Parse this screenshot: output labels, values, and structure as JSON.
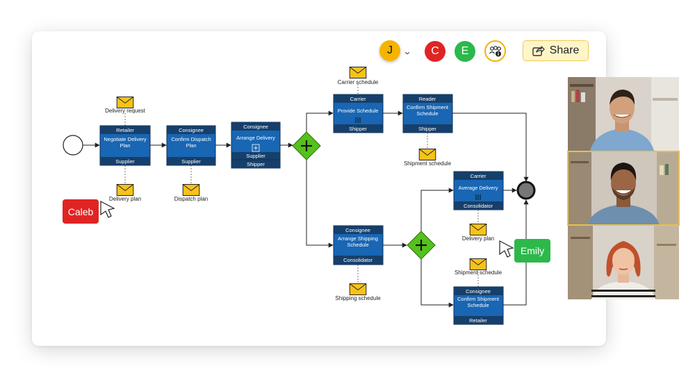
{
  "toolbar": {
    "avatars": [
      {
        "initial": "J",
        "color": "#f4b400"
      },
      {
        "initial": "C",
        "color": "#e02424"
      },
      {
        "initial": "E",
        "color": "#2db84b"
      }
    ],
    "share_label": "Share"
  },
  "cursors": {
    "caleb": {
      "name": "Caleb",
      "color": "#e02424"
    },
    "emily": {
      "name": "Emily",
      "color": "#2db84b"
    }
  },
  "tasks": {
    "negotiate": {
      "lane": "Retailer",
      "title1": "Negotiate Delivery",
      "title2": "Plan",
      "role": "Supplier"
    },
    "confirm_dispatch": {
      "lane": "Consignee",
      "title1": "Confirm Dispatch",
      "title2": "Plan",
      "role": "Supplier"
    },
    "arrange_delivery": {
      "lane": "Consignee",
      "title1": "Arrange Delivery",
      "role1": "Supplier",
      "role2": "Shipper"
    },
    "provide_schedule": {
      "lane": "Carrier",
      "title1": "Provide Schedule",
      "role": "Shipper"
    },
    "confirm_shipment_reader": {
      "lane": "Reader",
      "title1": "Confirm Shipment",
      "title2": "Schedule",
      "role": "Shipper"
    },
    "average_delivery": {
      "lane": "Carrier",
      "title1": "Average Delivery",
      "role": "Consolidator"
    },
    "arrange_shipping": {
      "lane": "Consignee",
      "title1": "Arrange Shipping",
      "title2": "Schedule",
      "role": "Consolidator"
    },
    "confirm_shipment_retailer": {
      "lane": "Consignee",
      "title1": "Confirm Shipment",
      "title2": "Schedule",
      "role": "Retailer"
    }
  },
  "messages": {
    "delivery_request": "Delivery request",
    "delivery_plan_1": "Delivery plan",
    "dispatch_plan": "Dispatch plan",
    "carrier_schedule": "Carrier schedule",
    "shipment_schedule_1": "Shipment schedule",
    "delivery_plan_2": "Delivery plan",
    "shipment_schedule_2": "Shipment schedule",
    "shipping_schedule": "Shipping schedule"
  },
  "colors": {
    "task_dark": "#163f6b",
    "task_mid": "#1866b4",
    "gateway": "#55c11c",
    "envelope": "#f7c21a"
  },
  "icons": {
    "share": "share-icon",
    "info_group": "people-info-icon",
    "envelope": "envelope-icon",
    "cursor": "cursor-arrow-icon"
  }
}
